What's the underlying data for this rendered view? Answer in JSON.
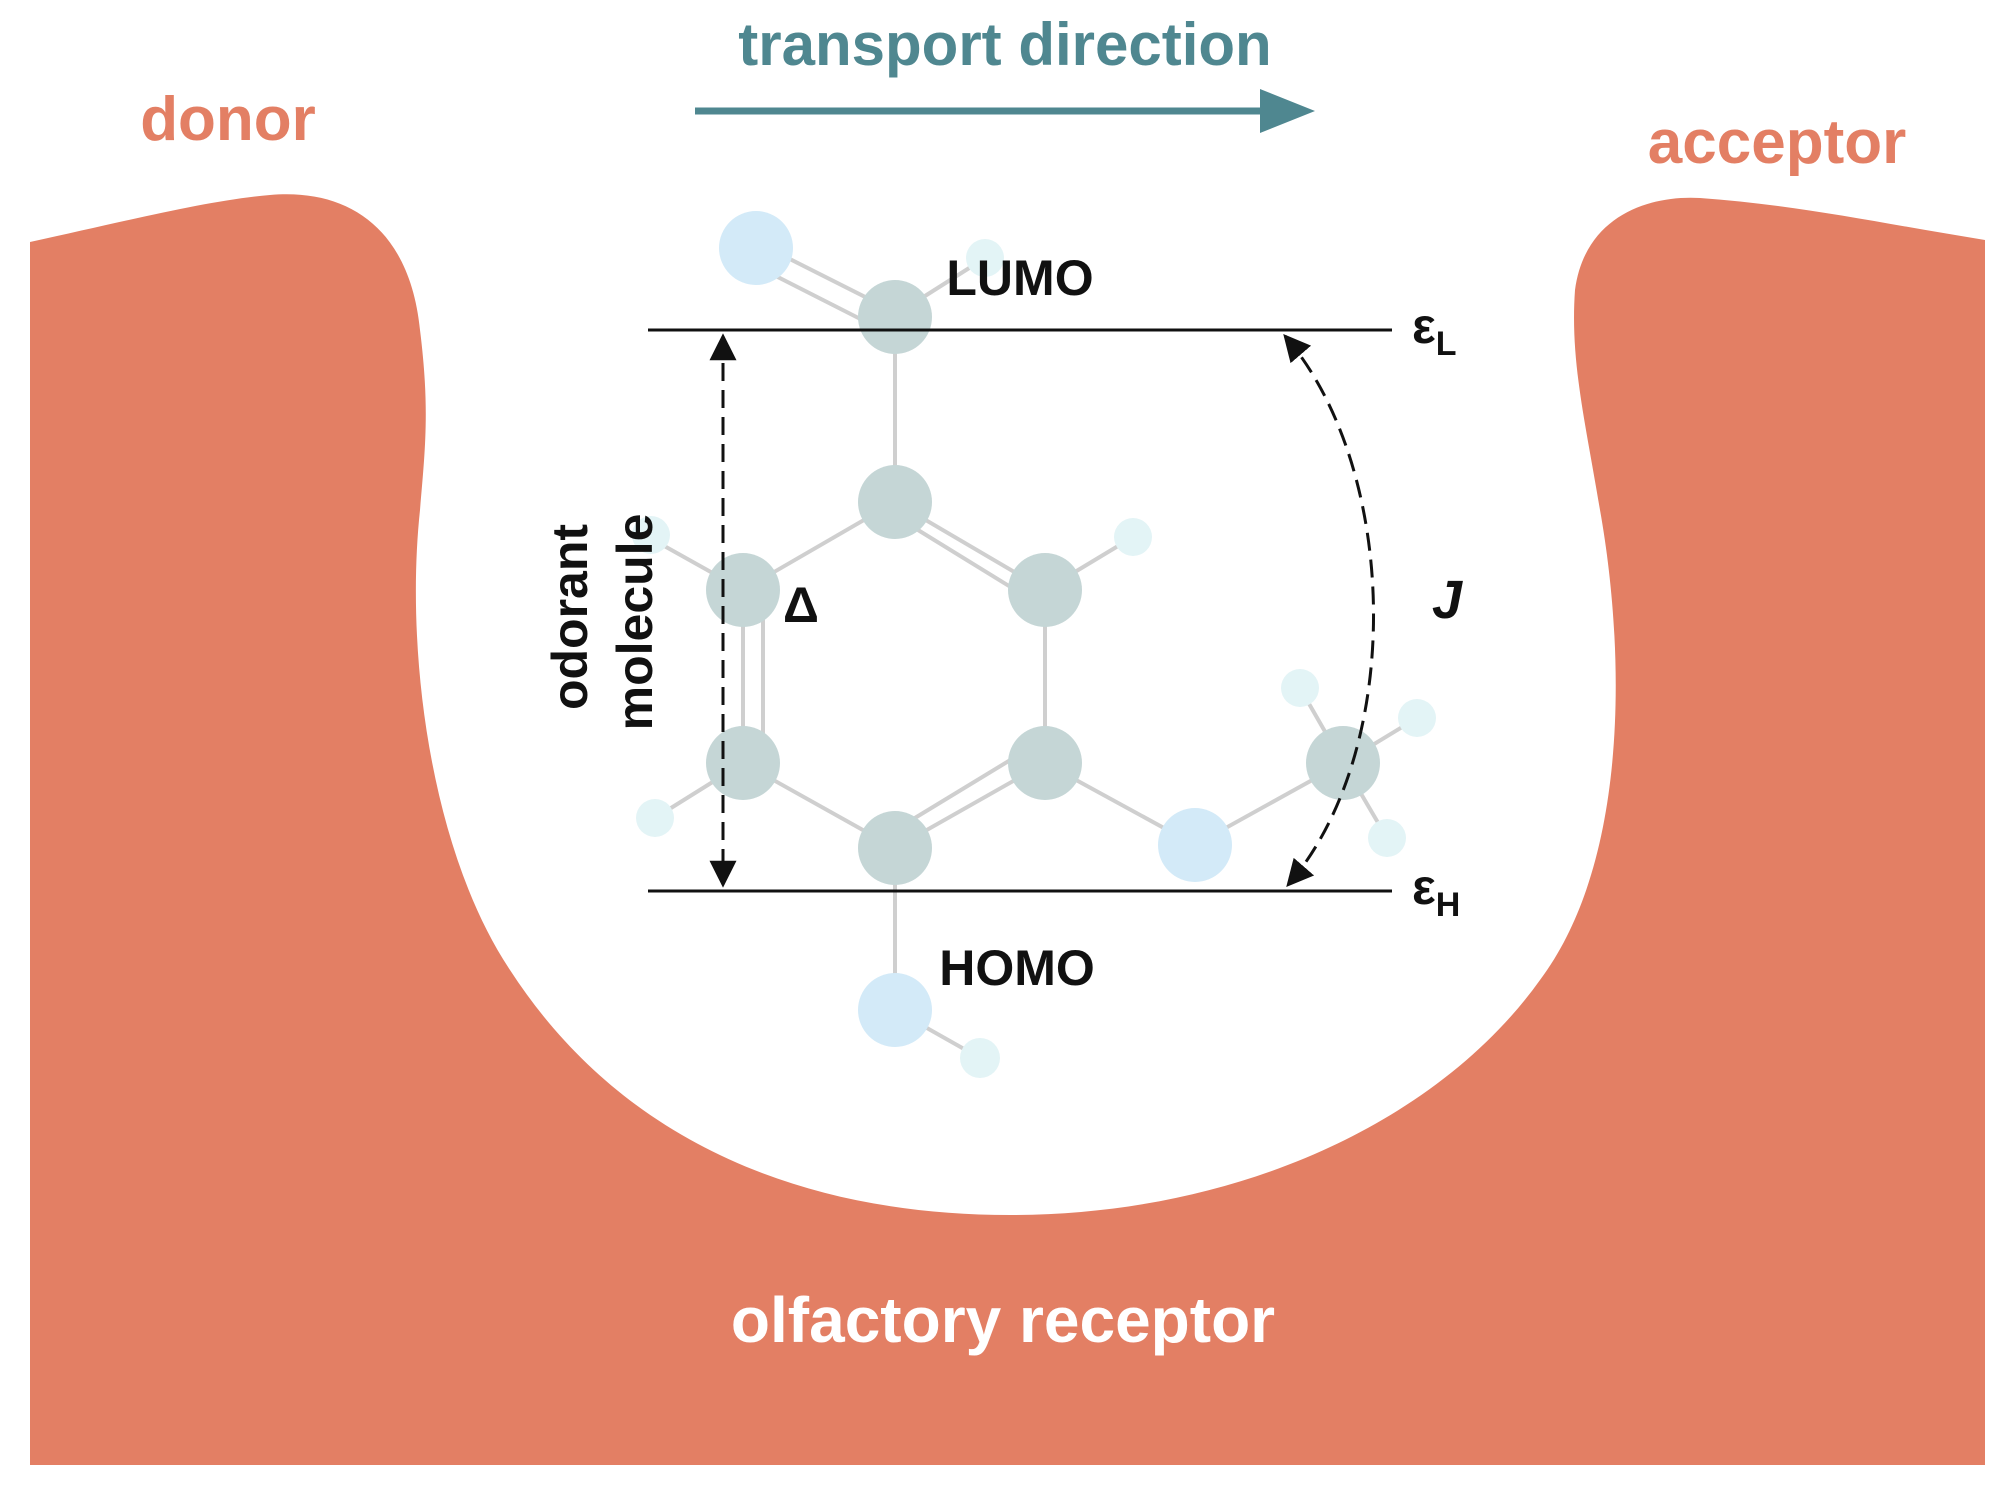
{
  "labels": {
    "transport": "transport direction",
    "donor": "donor",
    "acceptor": "acceptor",
    "lumo": "LUMO",
    "homo": "HOMO",
    "eps_symbol": "ε",
    "eps_l_sub": "L",
    "eps_h_sub": "H",
    "delta": "Δ",
    "j": "J",
    "odorant_line1": "odorant",
    "odorant_line2": "molecule",
    "receptor": "olfactory receptor"
  },
  "colors": {
    "receptor": "#e37f64",
    "transport": "#4f8790",
    "labels_orange": "#e37f64",
    "line": "#111111",
    "atom_carbon": "#c5d6d6",
    "atom_oxygen": "#d3eaf8",
    "atom_hydrogen": "#e3f4f6"
  }
}
